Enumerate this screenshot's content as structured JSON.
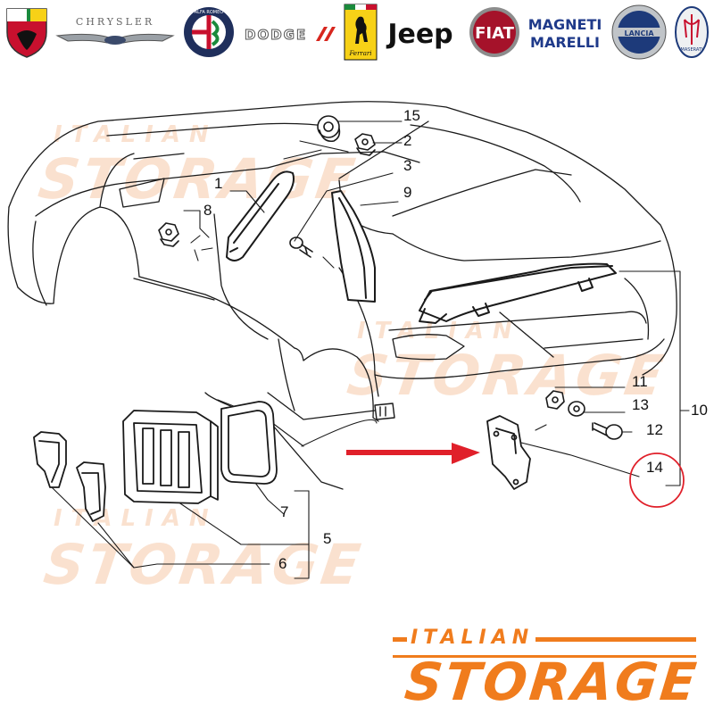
{
  "brands": {
    "abarth": "ABARTH",
    "chrysler": "CHRYSLER",
    "alfa_romeo": "ALFA ROMEO",
    "dodge": "DODGE",
    "ferrari": "Ferrari",
    "jeep": "Jeep",
    "fiat": "FIAT",
    "magneti_marelli": [
      "MAGNETI",
      "MARELLI"
    ],
    "lancia": "LANCIA",
    "maserati": "MASERATI"
  },
  "watermark": {
    "top": "ITALIAN",
    "big": "STORAGE"
  },
  "callouts": [
    "15",
    "2",
    "3",
    "1",
    "9",
    "8",
    "11",
    "13",
    "12",
    "14",
    "10",
    "7",
    "5",
    "6"
  ],
  "footer_logo": {
    "top": "ITALIAN",
    "bottom": "STORAGE"
  },
  "colors": {
    "accent": "#f07c1d",
    "highlight_circle": "#e0202a",
    "arrow": "#e0202a",
    "line": "#1a1a1a"
  }
}
